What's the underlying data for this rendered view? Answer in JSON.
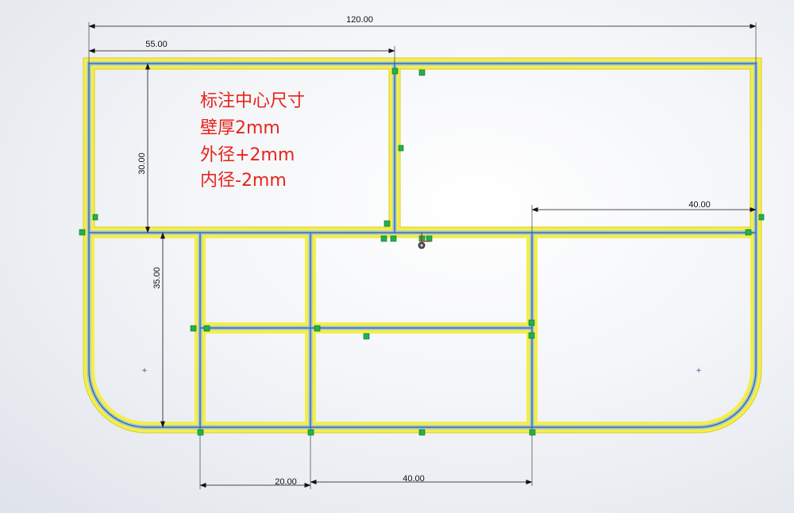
{
  "annotation": {
    "lines": [
      "标注中心尺寸",
      "壁厚2mm",
      "外径+2mm",
      "内径-2mm"
    ],
    "color": "#e8231d"
  },
  "dimensions": {
    "overall_width": "120.00",
    "top_left_width": "55.00",
    "top_left_height": "30.00",
    "right_offset": "40.00",
    "lower_height": "35.00",
    "bottom_gap": "20.00",
    "bottom_width": "40.00"
  },
  "colors": {
    "wall_fill": "#f4ee4a",
    "centerline": "#2b5d9a",
    "relation_glyph": "#22b14c"
  },
  "icons": {
    "origin": "origin-icon",
    "relation": "relation-glyph-icon"
  }
}
